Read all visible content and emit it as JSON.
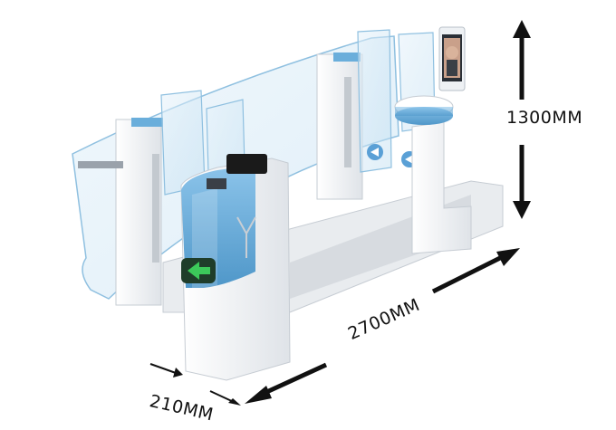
{
  "image": {
    "subject": "speed-gate-turnstile-with-face-recognition",
    "colors": {
      "glass": "#cfe6f5",
      "glass_edge": "#8fc0e0",
      "body_white": "#f2f3f5",
      "body_shadow": "#d7dbe0",
      "accent_blue": "#6aaedb",
      "arrow_green": "#3cc85a",
      "screen_dark": "#1a1a1a",
      "dimension_ink": "#111111"
    },
    "icons": [
      "green-arrow-icon",
      "y-logo-icon",
      "face-display-icon",
      "blue-arrow-sticker-icon"
    ]
  },
  "dimensions": {
    "height": "1300MM",
    "length": "2700MM",
    "width": "210MM"
  }
}
